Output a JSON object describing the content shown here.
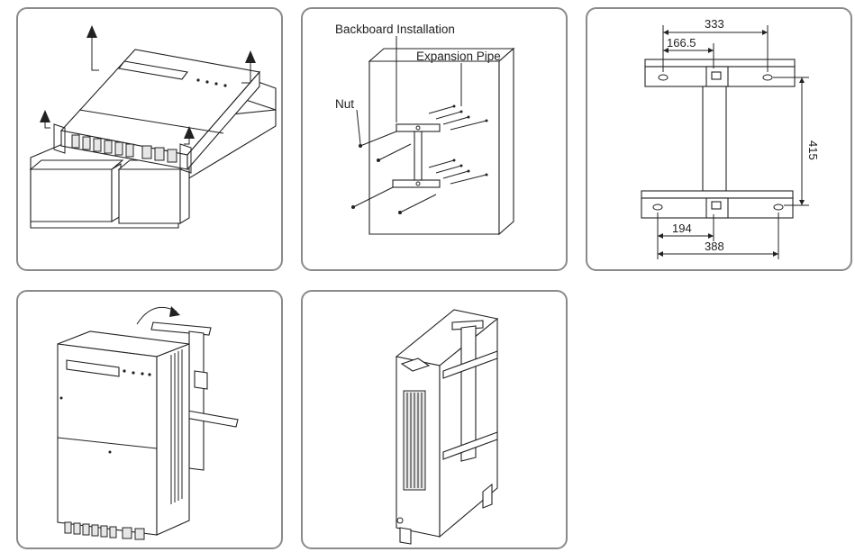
{
  "panels": {
    "lifting": {},
    "wall_mount": {
      "labels": {
        "backboard": "Backboard Installation",
        "expansion_pipe": "Expansion Pipe",
        "nut": "Nut"
      }
    },
    "bracket_dimensions": {
      "dimensions": {
        "top_outer": "333",
        "top_inner": "166.5",
        "height": "415",
        "bottom_inner": "194",
        "bottom_outer": "388"
      }
    },
    "hang_inverter": {},
    "mounted_view": {}
  },
  "colors": {
    "border": "#8a8a8a",
    "line": "#222222"
  }
}
